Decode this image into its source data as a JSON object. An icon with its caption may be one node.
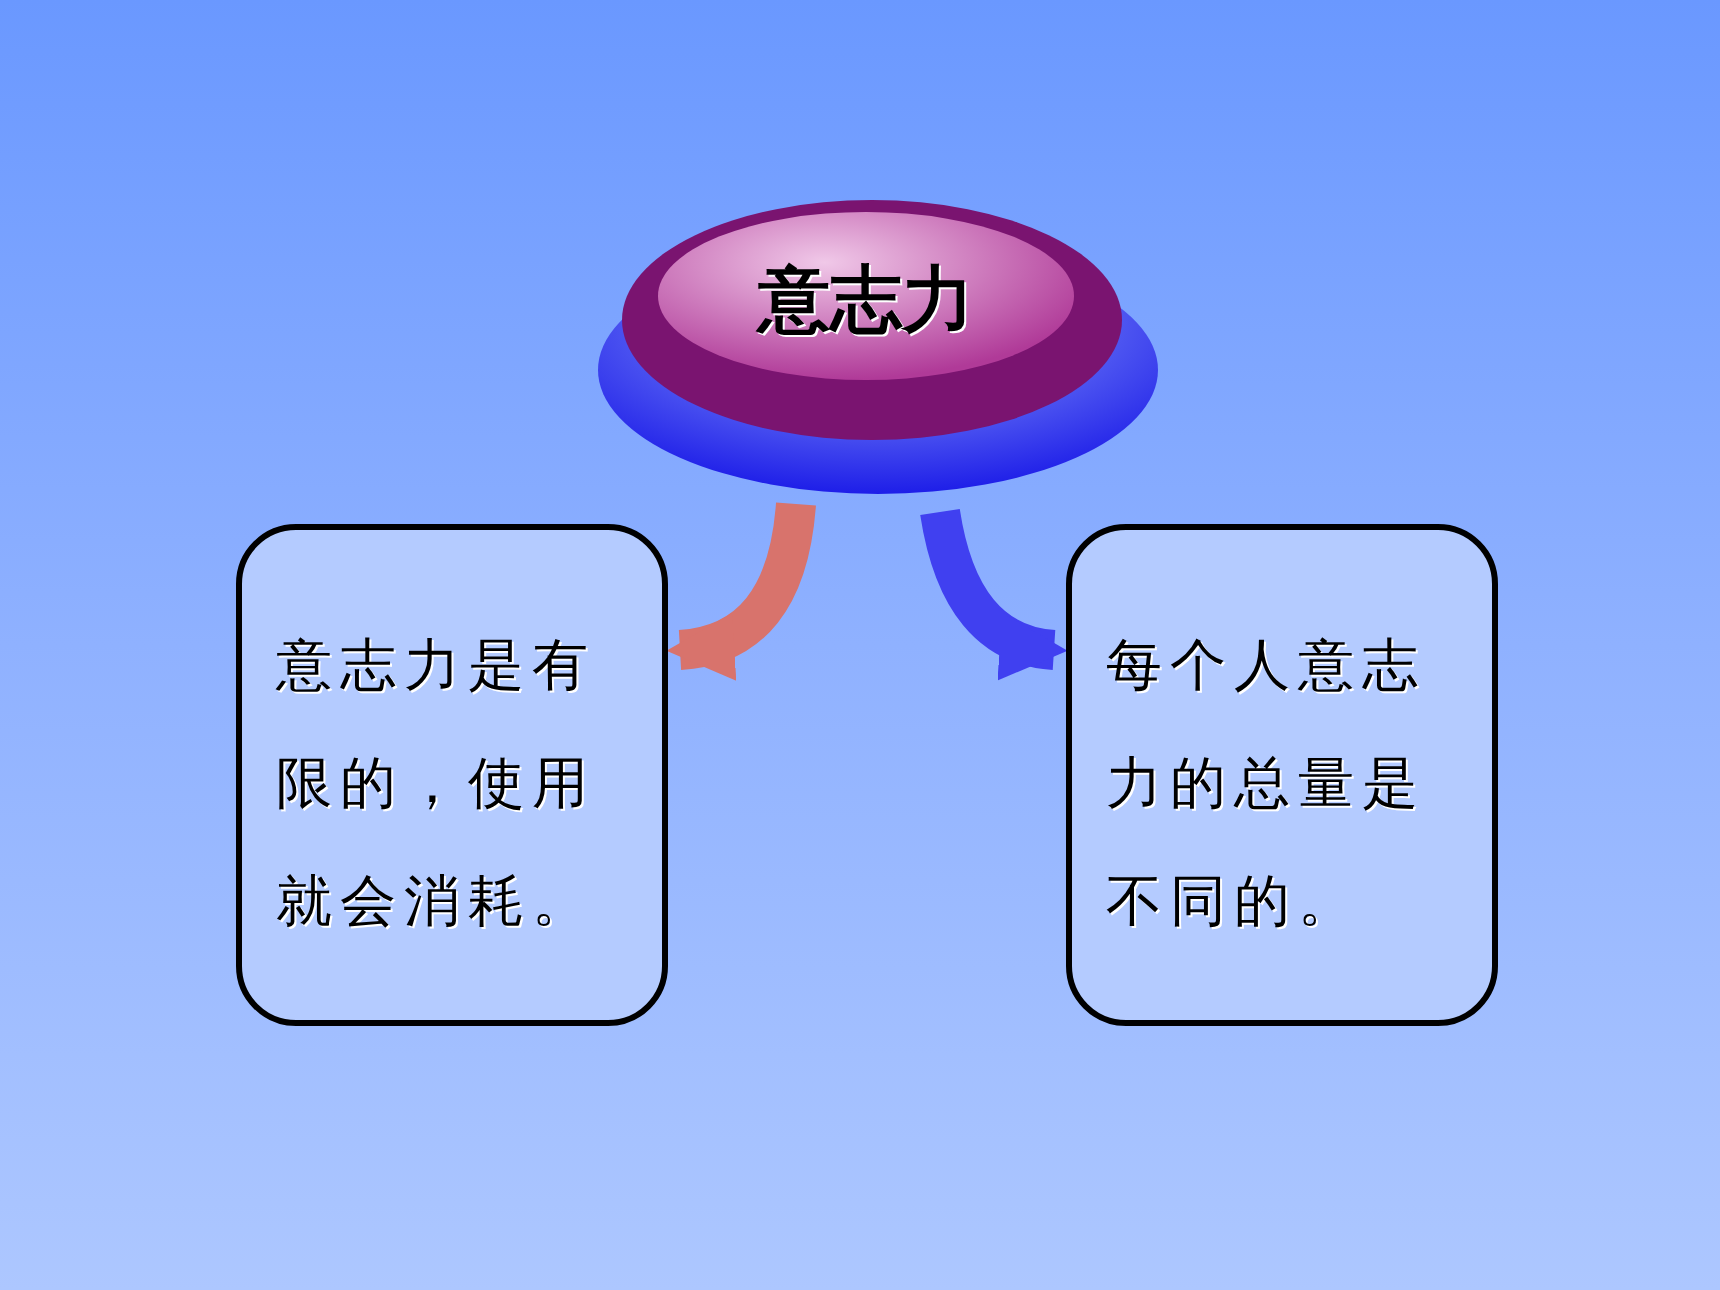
{
  "diagram": {
    "nodes": [
      {
        "text": [
          "意志力"
        ]
      },
      {
        "text": [
          "意志力是有限的，使用就会消耗。"
        ]
      },
      {
        "text": [
          "每个人意志力的总量是不同的。"
        ]
      }
    ],
    "edges": [
      {
        "from": 0,
        "to": 1,
        "arrow": "to",
        "color": "#d8736c"
      },
      {
        "from": 0,
        "to": 2,
        "arrow": "to",
        "color": "#4040f0"
      }
    ]
  }
}
